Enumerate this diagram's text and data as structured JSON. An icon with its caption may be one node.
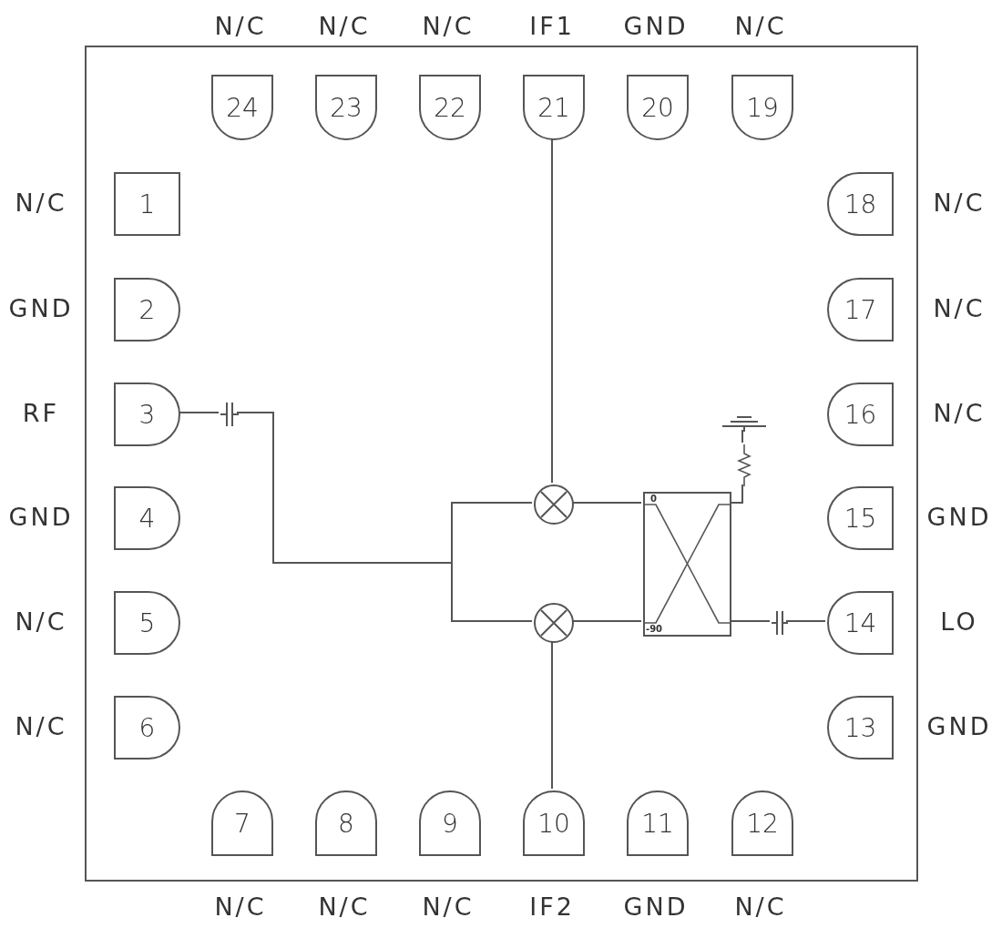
{
  "diagram": {
    "nodes": [
      {
        "text": [],
        "shape": "box"
      },
      {
        "text": [
          "1"
        ],
        "beside": [
          "N/C"
        ],
        "in": 0
      },
      {
        "text": [
          "2"
        ],
        "beside": [
          "GND"
        ],
        "in": 0
      },
      {
        "text": [
          "3"
        ],
        "beside": [
          "RF"
        ],
        "in": 0
      },
      {
        "text": [
          "4"
        ],
        "beside": [
          "GND"
        ],
        "in": 0
      },
      {
        "text": [
          "5"
        ],
        "beside": [
          "N/C"
        ],
        "in": 0
      },
      {
        "text": [
          "6"
        ],
        "beside": [
          "N/C"
        ],
        "in": 0
      },
      {
        "text": [
          "7"
        ],
        "beside": [
          "N/C"
        ],
        "in": 0
      },
      {
        "text": [
          "8"
        ],
        "beside": [
          "N/C"
        ],
        "in": 0
      },
      {
        "text": [
          "9"
        ],
        "beside": [
          "N/C"
        ],
        "in": 0
      },
      {
        "text": [
          "10"
        ],
        "beside": [
          "IF2"
        ],
        "in": 0
      },
      {
        "text": [
          "11"
        ],
        "beside": [
          "GND"
        ],
        "in": 0
      },
      {
        "text": [
          "12"
        ],
        "beside": [
          "N/C"
        ],
        "in": 0
      },
      {
        "text": [
          "13"
        ],
        "beside": [
          "GND"
        ],
        "in": 0
      },
      {
        "text": [
          "14"
        ],
        "beside": [
          "LO"
        ],
        "in": 0
      },
      {
        "text": [
          "15"
        ],
        "beside": [
          "GND"
        ],
        "in": 0
      },
      {
        "text": [
          "16"
        ],
        "beside": [
          "N/C"
        ],
        "in": 0
      },
      {
        "text": [
          "17"
        ],
        "beside": [
          "N/C"
        ],
        "in": 0
      },
      {
        "text": [
          "18"
        ],
        "beside": [
          "N/C"
        ],
        "in": 0
      },
      {
        "text": [
          "19"
        ],
        "beside": [
          "N/C"
        ],
        "in": 0
      },
      {
        "text": [
          "20"
        ],
        "beside": [
          "GND"
        ],
        "in": 0
      },
      {
        "text": [
          "21"
        ],
        "beside": [
          "IF1"
        ],
        "in": 0
      },
      {
        "text": [
          "22"
        ],
        "beside": [
          "N/C"
        ],
        "in": 0
      },
      {
        "text": [
          "23"
        ],
        "beside": [
          "N/C"
        ],
        "in": 0
      },
      {
        "text": [
          "24"
        ],
        "beside": [
          "N/C"
        ],
        "in": 0
      },
      {
        "text": [],
        "shape": "capacitor",
        "in": 0
      },
      {
        "text": [],
        "shape": "mixer",
        "in": 0
      },
      {
        "text": [],
        "shape": "mixer",
        "in": 0
      },
      {
        "text": [
          "0",
          "-90"
        ],
        "in": 0
      },
      {
        "text": [],
        "shape": "resistor",
        "in": 0
      },
      {
        "text": [],
        "shape": "ground",
        "in": 0
      },
      {
        "text": [],
        "shape": "capacitor",
        "in": 0
      }
    ],
    "edges": [
      {
        "from": 3,
        "to": 25,
        "arrow": "none"
      },
      {
        "from": 25,
        "to": 26,
        "arrow": "none"
      },
      {
        "from": 25,
        "to": 27,
        "arrow": "none"
      },
      {
        "from": 21,
        "to": 26,
        "arrow": "none"
      },
      {
        "from": 10,
        "to": 27,
        "arrow": "none"
      },
      {
        "from": 26,
        "to": 28,
        "arrow": "none"
      },
      {
        "from": 27,
        "to": 28,
        "arrow": "none"
      },
      {
        "from": 28,
        "to": 29,
        "arrow": "none"
      },
      {
        "from": 29,
        "to": 30,
        "arrow": "none"
      },
      {
        "from": 28,
        "to": 31,
        "arrow": "none"
      },
      {
        "from": 31,
        "to": 14,
        "arrow": "none"
      }
    ]
  }
}
